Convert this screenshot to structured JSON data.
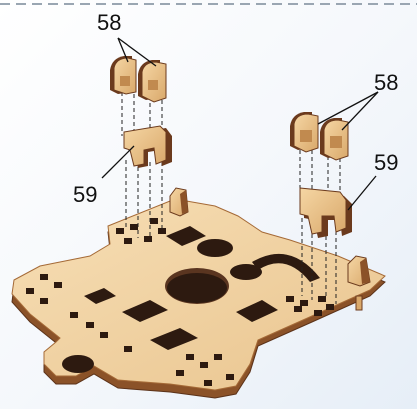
{
  "callouts": {
    "top_left": "58",
    "top_right": "58",
    "mid_left": "59",
    "mid_right": "59"
  },
  "colors": {
    "wood_top": "#f3d7ab",
    "wood_edge": "#9a5e2e",
    "wood_dark": "#6b3a1d",
    "hole": "#3a2214",
    "guide_line": "#222222",
    "background": "#f4f7fb"
  }
}
